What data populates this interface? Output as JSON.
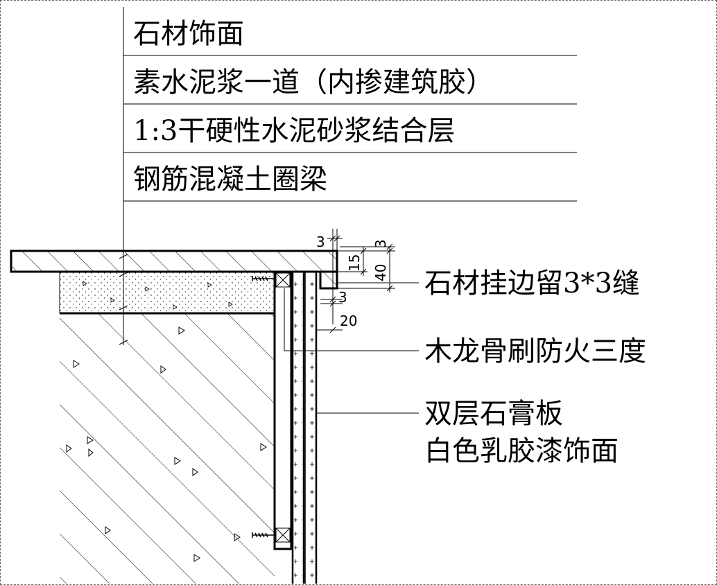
{
  "layers": [
    "石材饰面",
    "素水泥浆一道（内掺建筑胶）",
    "1:3干硬性水泥砂浆结合层",
    "钢筋混凝土圈梁"
  ],
  "callouts": {
    "joint": "石材挂边留3*3缝",
    "wood_keel": "木龙骨刷防火三度",
    "gypsum_line1": "双层石膏板",
    "gypsum_line2": "白色乳胶漆饰面"
  },
  "dimensions": {
    "d_top_3": "3",
    "d_15": "15",
    "d_40": "40",
    "d_right_3": "3",
    "d_mid_3": "3",
    "d_20": "20"
  },
  "colors": {
    "line": "#000000",
    "hatch": "#000000",
    "frame": "#666666"
  }
}
